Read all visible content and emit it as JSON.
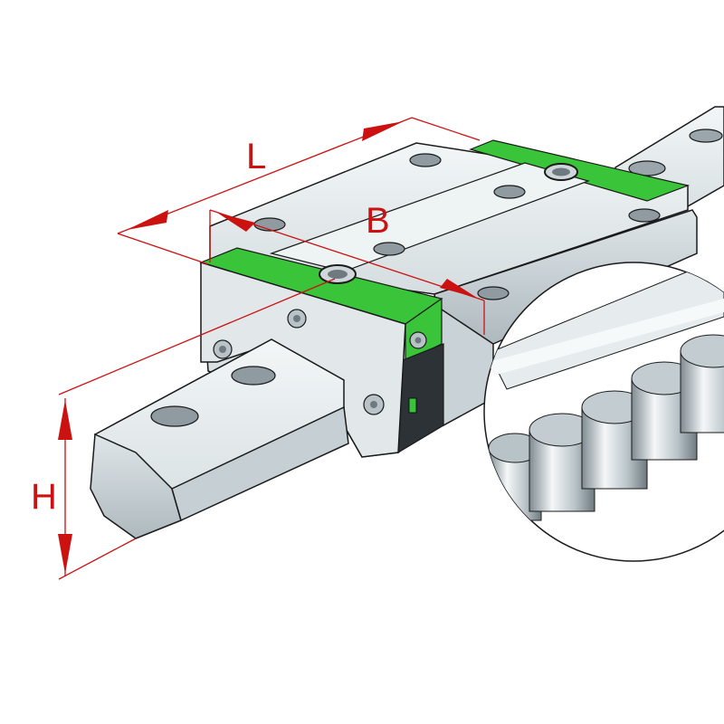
{
  "diagram": {
    "dimensions": [
      {
        "id": "length",
        "label": "L"
      },
      {
        "id": "width",
        "label": "B"
      },
      {
        "id": "height",
        "label": "H"
      }
    ],
    "colors": {
      "dimension": "#cc1111",
      "steel_light": "#e9eef0",
      "steel_mid": "#cdd6da",
      "steel_dark": "#9aa6ab",
      "seal_green": "#39c43a",
      "outline": "#1a1a1a"
    },
    "components": [
      "guide-rail",
      "carriage",
      "end-seal",
      "lubrication-nipple",
      "cylindrical-rollers"
    ]
  }
}
